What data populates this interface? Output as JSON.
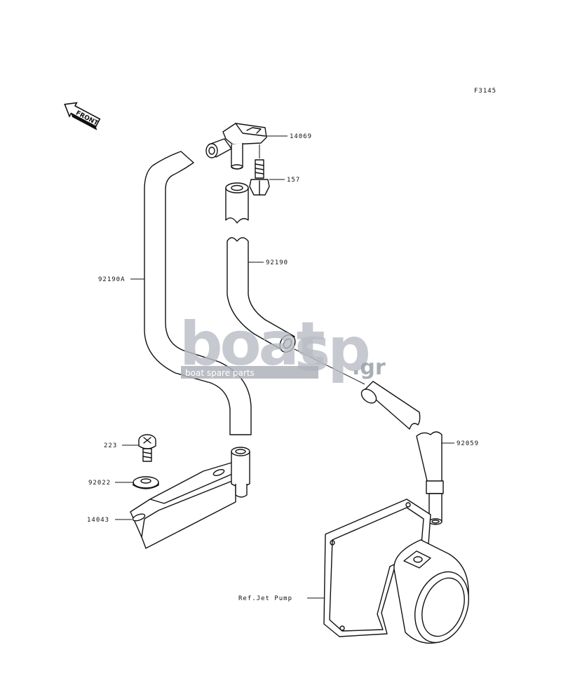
{
  "figure_code": "F3145",
  "front_label": "FRONT",
  "callouts": {
    "p14069": "14069",
    "p157": "157",
    "p92190": "92190",
    "p92190A": "92190A",
    "p92059": "92059",
    "p223": "223",
    "p92022": "92022",
    "p14043": "14043",
    "jet_pump": "Ref.Jet Pump"
  },
  "watermark": {
    "brand_a": "boat",
    "brand_b": "sp",
    "tld": ".gr",
    "tagline": "boat spare parts"
  }
}
